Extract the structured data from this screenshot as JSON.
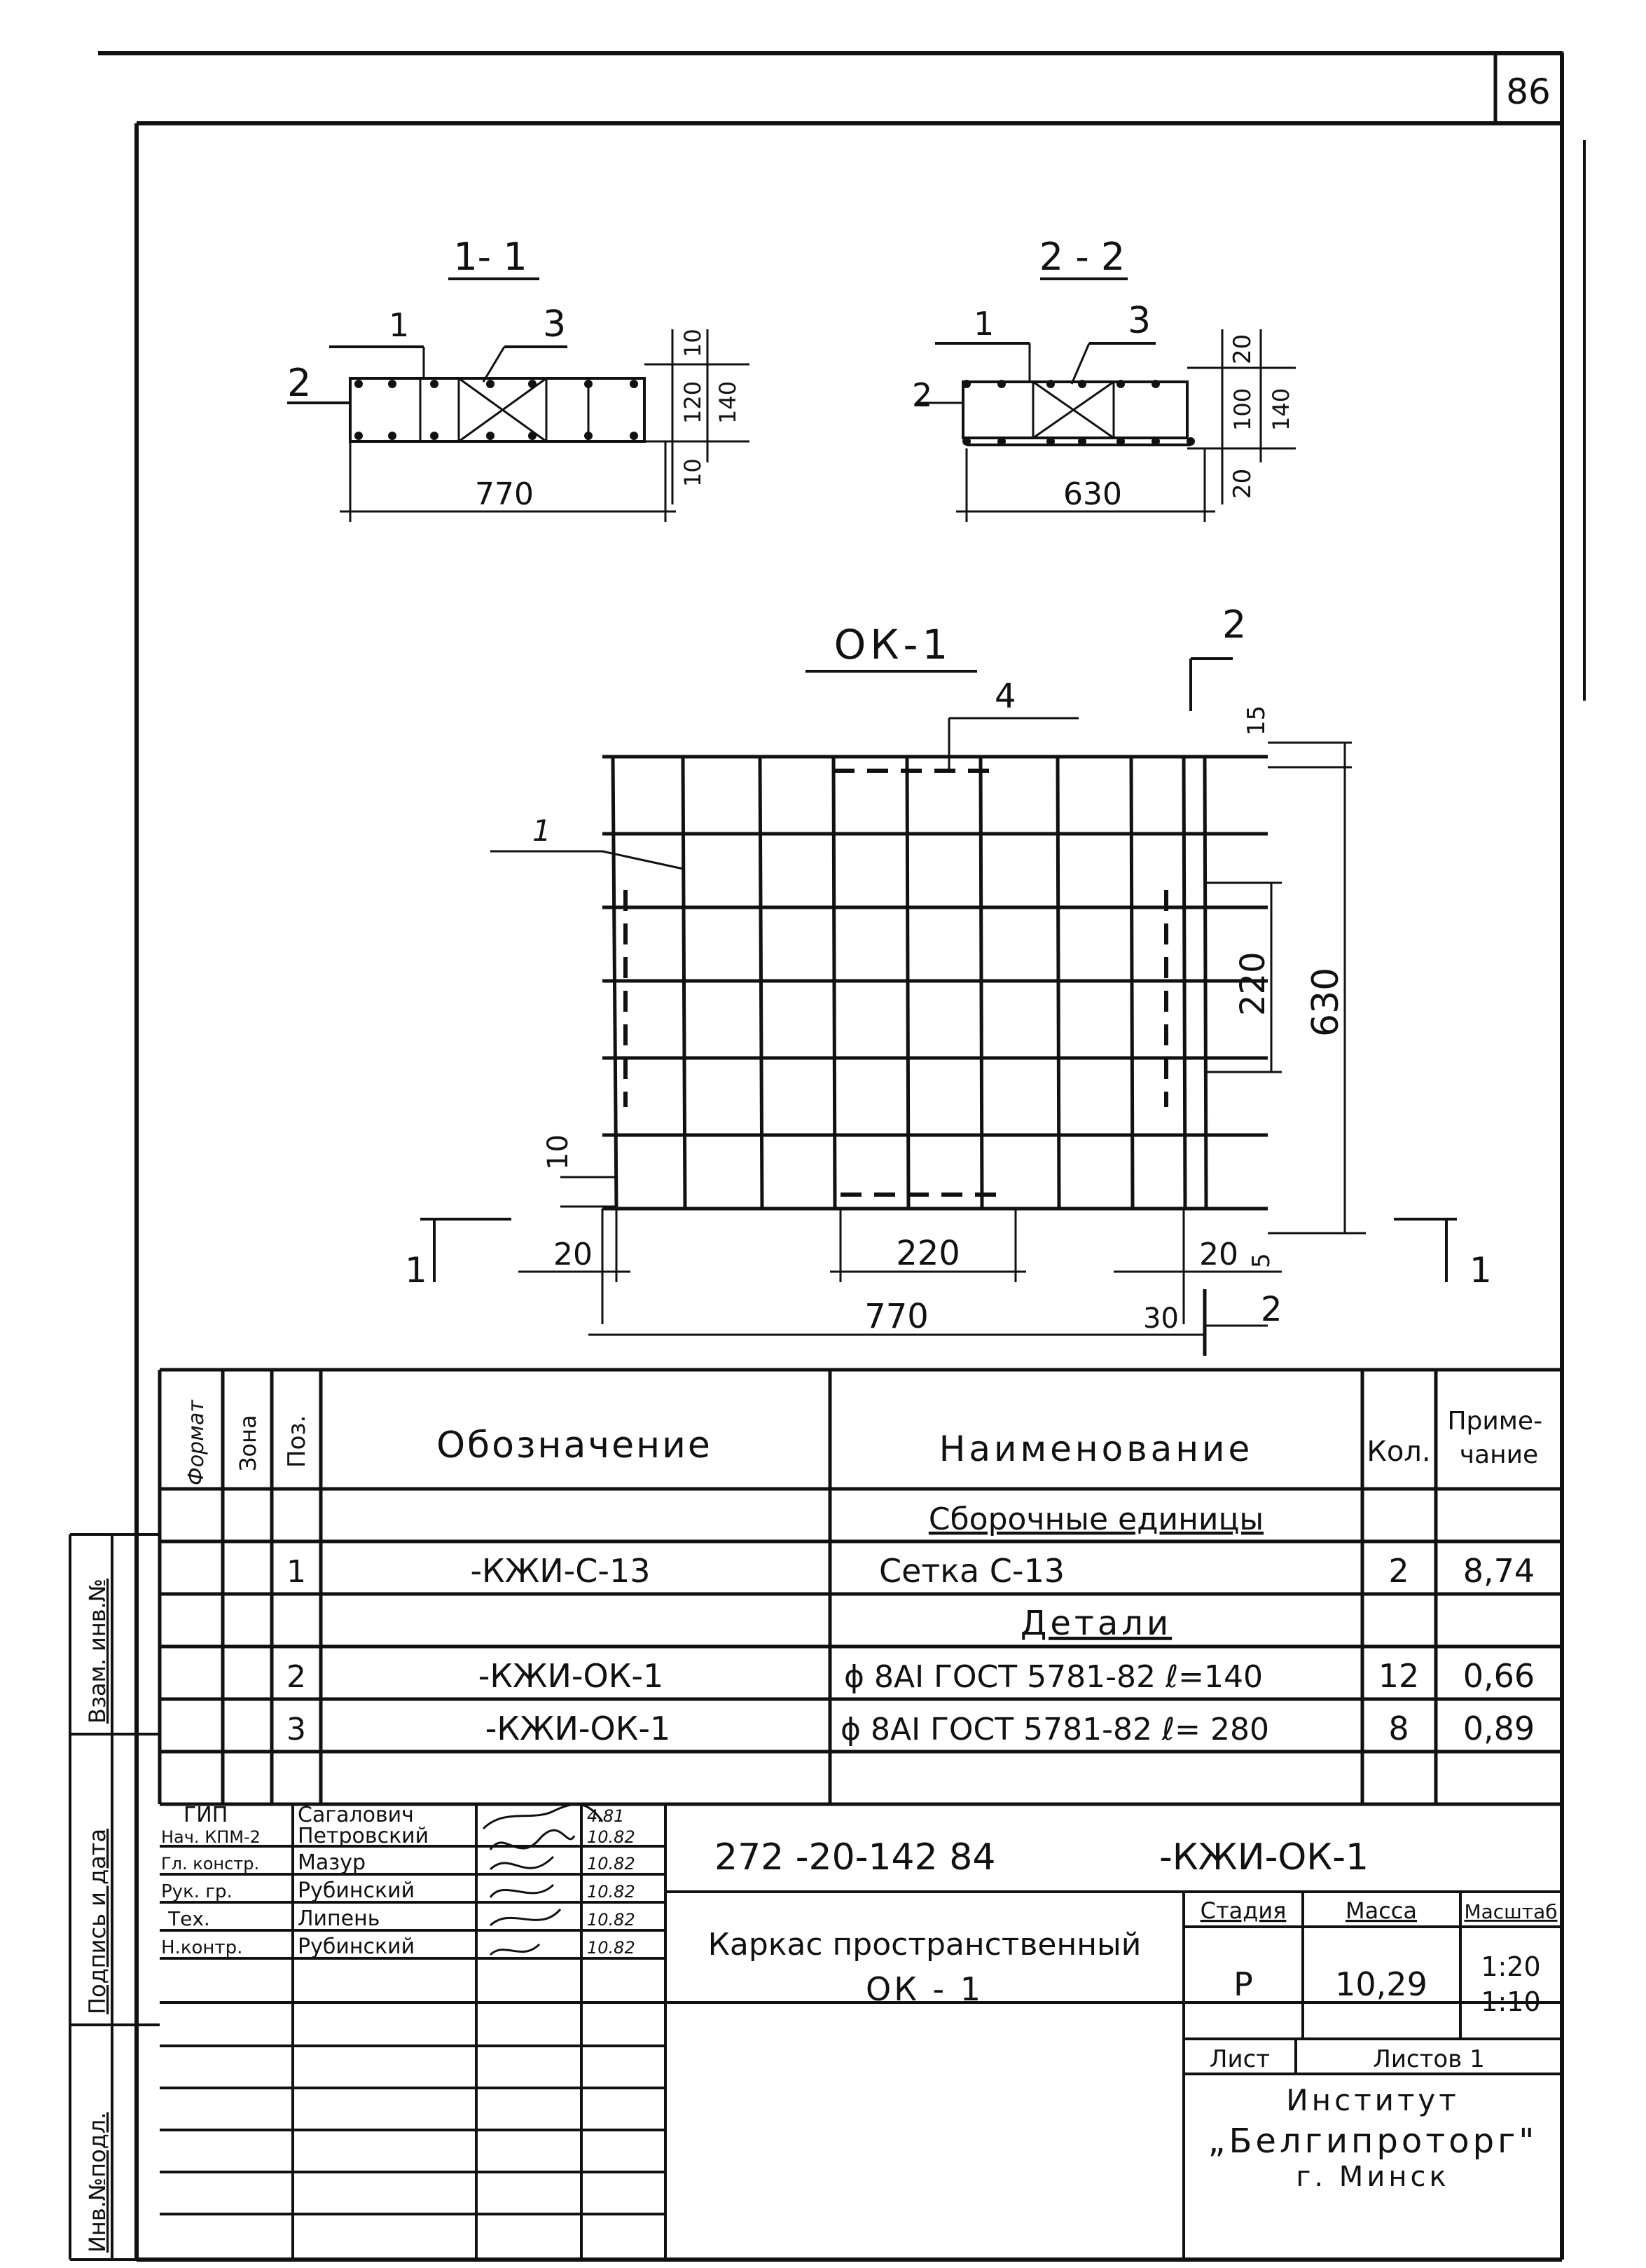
{
  "sheet": {
    "page_number": "86"
  },
  "drawing": {
    "section_1": {
      "label": "1- 1",
      "callouts": [
        "1",
        "2",
        "3"
      ],
      "dims_right": [
        "10",
        "120",
        "140",
        "10"
      ],
      "dim_width": "770"
    },
    "section_2": {
      "label": "2 - 2",
      "callouts": [
        "1",
        "2",
        "3"
      ],
      "dims_right": [
        "20",
        "100",
        "140",
        "20"
      ],
      "dim_width": "630"
    },
    "plan": {
      "title": "ОК-1",
      "callout_1": "1",
      "callout_4": "4",
      "cut_2_top": "2",
      "cut_2_bottom": "2",
      "cut_1_left": "1",
      "cut_1_right": "1",
      "dim_top_right": "15",
      "dim_inner_height": "220",
      "dim_total_height": "630",
      "dim_left_small": "10",
      "dim_bottom_left": "20",
      "dim_bottom_mid": "220",
      "dim_bottom_right_20": "20",
      "dim_bottom_right_5": "5",
      "dim_total_width": "770",
      "dim_30": "30"
    }
  },
  "spec_table": {
    "headers": {
      "format": "Формат",
      "zone": "Зона",
      "pos": "Поз.",
      "designation": "Обозначение",
      "name": "Наименование",
      "qty": "Кол.",
      "note": "Приме-\nчание"
    },
    "section_assembly": "Сборочные единицы",
    "section_details": "Детали",
    "rows": [
      {
        "pos": "1",
        "designation": "-КЖИ-С-13",
        "name": "Сетка С-13",
        "qty": "2",
        "note": "8,74"
      },
      {
        "pos": "2",
        "designation": "-КЖИ-ОК-1",
        "name": "ϕ 8АI ГОСТ 5781-82 ℓ=140",
        "qty": "12",
        "note": "0,66"
      },
      {
        "pos": "3",
        "designation": "-КЖИ-ОК-1",
        "name": "ϕ 8АI ГОСТ 5781-82 ℓ= 280",
        "qty": "8",
        "note": "0,89"
      }
    ]
  },
  "side_stamp": {
    "inv_orig": "Инв.№подл.",
    "sign_date": "Подпись и дата",
    "replace_inv": "Взам. инв.№"
  },
  "title_block": {
    "roles": [
      {
        "role": "ГИП",
        "name": "Сагалович",
        "date": "4.81"
      },
      {
        "role": "Нач. КПМ-2",
        "name": "Петровский",
        "date": "10.82"
      },
      {
        "role": "Гл. констр.",
        "name": "Мазур",
        "date": "10.82"
      },
      {
        "role": "Рук. гр.",
        "name": "Рубинский",
        "date": "10.82"
      },
      {
        "role": "Тех.",
        "name": "Липень",
        "date": "10.82"
      },
      {
        "role": "Н.контр.",
        "name": "Рубинский",
        "date": "10.82"
      }
    ],
    "document_code": "272 -20-142 84",
    "document_mark": "-КЖИ-ОК-1",
    "product_name_line1": "Каркас пространственный",
    "product_name_line2": "ОК - 1",
    "stage_label": "Стадия",
    "mass_label": "Масса",
    "scale_label": "Масштаб",
    "stage_value": "Р",
    "mass_value": "10,29",
    "scale_value_1": "1:20",
    "scale_value_2": "1:10",
    "sheet_label": "Лист",
    "sheets_label": "Листов 1",
    "org_line1": "Институт",
    "org_line2": "„Белгипроторг\"",
    "org_line3": "г. Минск"
  }
}
